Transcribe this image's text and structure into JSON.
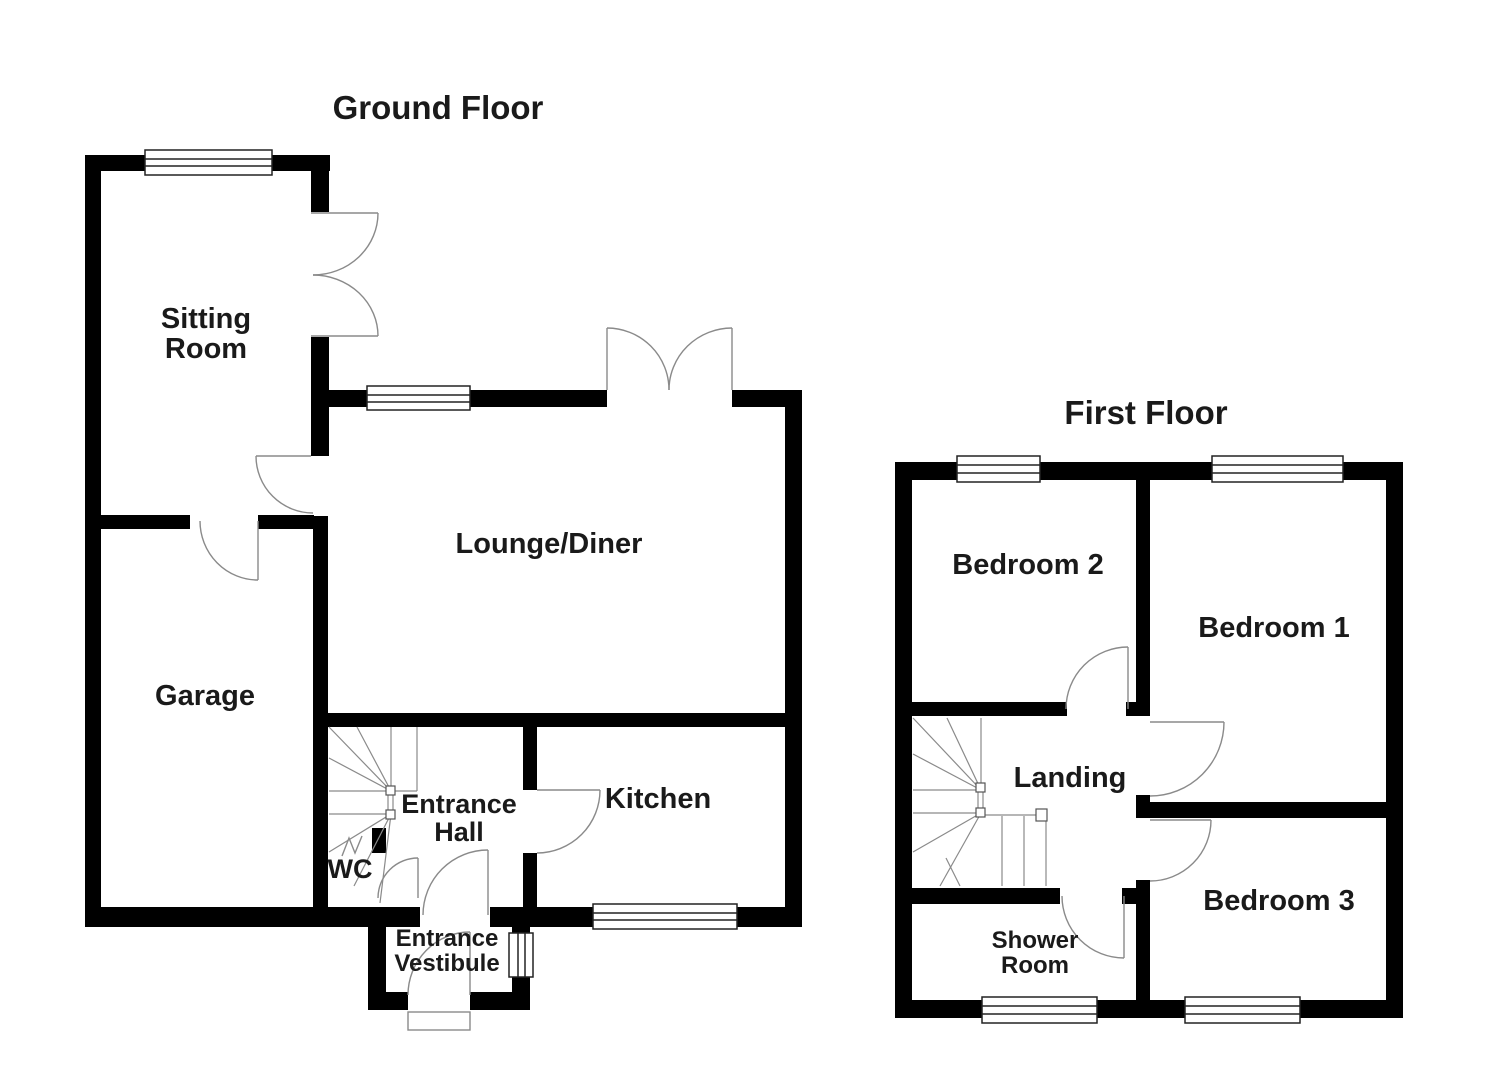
{
  "ground_floor": {
    "title": "Ground Floor",
    "rooms": {
      "sitting_room": "Sitting\nRoom",
      "garage": "Garage",
      "lounge_diner": "Lounge/Diner",
      "entrance_hall": "Entrance\nHall",
      "wc": "WC",
      "kitchen": "Kitchen",
      "entrance_vestibule": "Entrance\nVestibule"
    }
  },
  "first_floor": {
    "title": "First Floor",
    "rooms": {
      "bedroom_2": "Bedroom 2",
      "bedroom_1": "Bedroom 1",
      "landing": "Landing",
      "shower_room": "Shower\nRoom",
      "bedroom_3": "Bedroom 3"
    }
  },
  "colors": {
    "wall": "#000000",
    "line": "#8a8a8a",
    "window_frame": "#222222",
    "text": "#1a1a1a",
    "background": "#ffffff"
  }
}
